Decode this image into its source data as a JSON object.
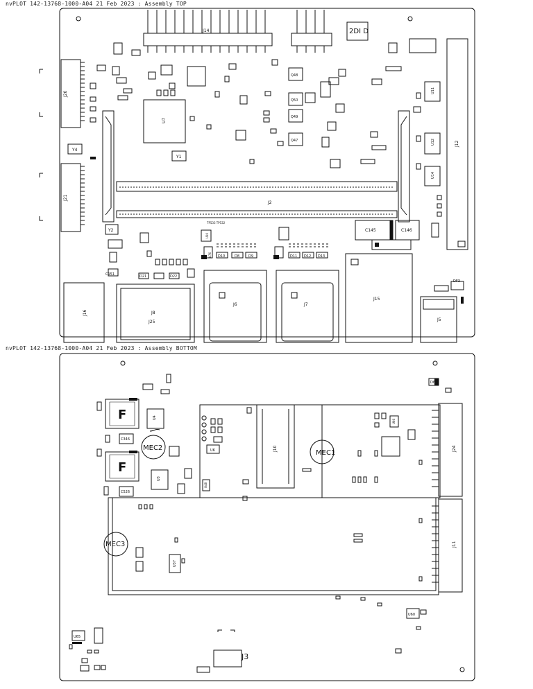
{
  "sheets": {
    "top_title": "nvPLOT 142-13768-1000-A04 21 Feb 2023 : Assembly TOP",
    "bottom_title": "nvPLOT 142-13768-1000-A04 21 Feb 2023 : Assembly BOTTOM"
  },
  "top_labels": {
    "j14": "J14",
    "dio": "2DI D",
    "j20": "J20",
    "j21": "J21",
    "j12": "J12",
    "j2": "J2",
    "u7": "U7",
    "y1": "Y1",
    "y2": "Y2",
    "y4": "Y4",
    "q48": "Q48",
    "q50": "Q50",
    "q49": "Q49",
    "q47": "Q47",
    "u11": "U11",
    "u12": "U12",
    "u14": "U14",
    "c145": "C145",
    "c146": "C146",
    "c151": "C151",
    "j16": "J16",
    "j8": "J8",
    "j25": "J25",
    "j6": "J6",
    "j7": "J7",
    "j15": "J15",
    "j5": "J5",
    "u76": "U76",
    "u10": "U10",
    "d10": "D10",
    "d11": "D11",
    "d12": "D12",
    "d13": "D13",
    "d8": "D8",
    "d9": "D9",
    "d21": "D21",
    "d22": "D22",
    "df3": "DF3",
    "tp": "TP533 TP532"
  },
  "bottom_labels": {
    "mec1": "MEC1",
    "mec2": "MEC2",
    "mec3": "MEC3",
    "j3": "J3",
    "j10": "J10",
    "j11": "J11",
    "j24": "J24",
    "u3": "U3",
    "u4": "U4",
    "u6": "U6",
    "u37": "U37",
    "u48": "U48",
    "u60": "U60",
    "u65": "U65",
    "u66": "U66",
    "c346": "C346",
    "c526": "C526",
    "d6": "D6",
    "f": "F"
  }
}
